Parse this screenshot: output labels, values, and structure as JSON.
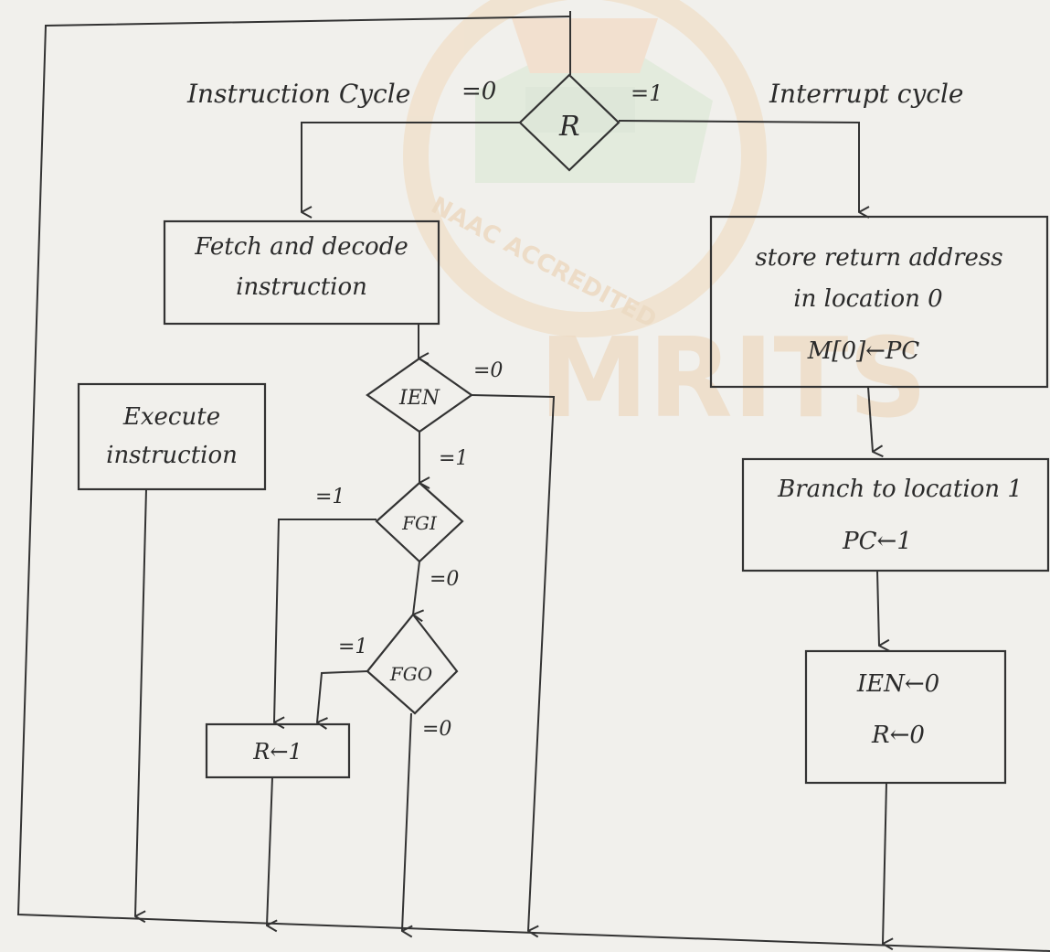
{
  "watermark": {
    "logo_text": "MRITS",
    "ring_text": "NAAC ACCREDITED",
    "colors": {
      "logo": "#e8c8a4",
      "accent": "#c9dfc4",
      "ring": "#f0d9bb"
    }
  },
  "flowchart": {
    "decision_r": {
      "label": "R"
    },
    "branch_left": {
      "label": "Instruction Cycle",
      "condition": "=0"
    },
    "branch_right": {
      "label": "Interrupt cycle",
      "condition": "=1"
    },
    "fetch_box": {
      "line1": "Fetch and decode",
      "line2": "instruction"
    },
    "execute_box": {
      "line1": "Execute",
      "line2": "instruction"
    },
    "decision_ien": {
      "label": "IEN",
      "no": "=0",
      "yes": "=1"
    },
    "decision_fgi": {
      "label": "FGI",
      "yes": "=1",
      "no": "=0"
    },
    "decision_fgo": {
      "label": "FGO",
      "yes": "=1",
      "no": "=0"
    },
    "set_r_box": {
      "label": "R←1"
    },
    "store_box": {
      "line1": "store return address",
      "line2": "in location 0",
      "line3": "M[0]←PC"
    },
    "branch_box": {
      "line1": "Branch to location 1",
      "line2": "PC←1"
    },
    "clear_box": {
      "line1": "IEN←0",
      "line2": "R←0"
    }
  }
}
